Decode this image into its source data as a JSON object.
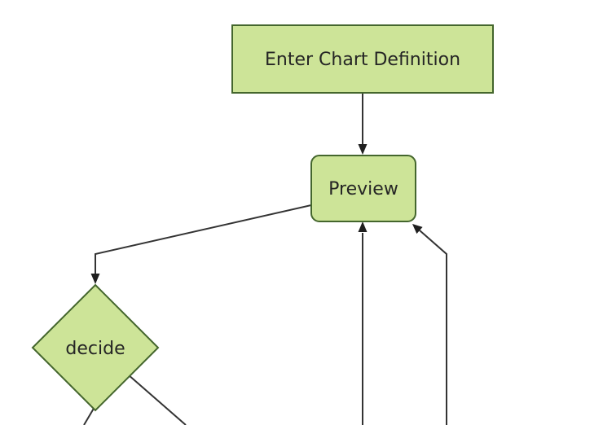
{
  "diagram": {
    "kind": "flowchart",
    "direction": "top-down",
    "nodes": [
      {
        "label": "Enter Chart Definition",
        "shape": "rectangle"
      },
      {
        "label": "Preview",
        "shape": "rounded-rectangle"
      },
      {
        "label": "decide",
        "shape": "diamond"
      }
    ],
    "edges": [
      {
        "from": "Enter Chart Definition",
        "to": "Preview",
        "arrow": true
      },
      {
        "from": "Preview",
        "to": "decide",
        "arrow": true
      },
      {
        "from": "decide",
        "to": "offscreen-bottom-left",
        "arrow": false
      },
      {
        "from": "decide",
        "to": "offscreen-bottom-right",
        "arrow": false
      },
      {
        "from": "offscreen-bottom",
        "to": "Preview",
        "arrow": true
      },
      {
        "from": "offscreen-bottom-right",
        "to": "Preview",
        "arrow": true
      }
    ],
    "colors": {
      "background": "#ffffff",
      "node_fill": "#cde498",
      "node_border": "#44662d",
      "edge_line": "#333333",
      "arrowhead": "#1f1f1f",
      "text": "#252525"
    }
  }
}
